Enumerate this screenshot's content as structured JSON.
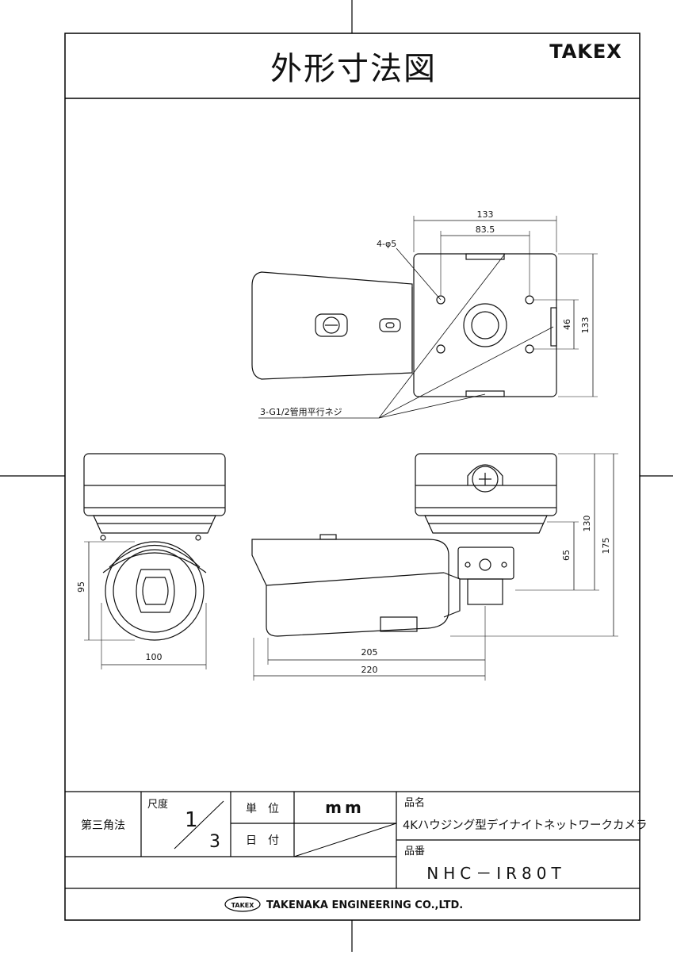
{
  "title": "外形寸法図",
  "brand": "TAKEX",
  "dimensions": {
    "top_width_outer": "133",
    "top_width_holes": "83.5",
    "holes": "4-φ5",
    "top_side_46": "46",
    "top_side_133": "133",
    "thread_note": "3-G1/2管用平行ネジ",
    "front_height": "95",
    "front_width": "100",
    "side_len_205": "205",
    "side_len_220": "220",
    "side_h_65": "65",
    "side_h_130": "130",
    "side_h_175": "175"
  },
  "title_block": {
    "projection": "第三角法",
    "scale_label": "尺度",
    "scale_num": "1",
    "scale_den": "3",
    "unit_label": "単　位",
    "unit_value": "mm",
    "date_label": "日　付",
    "product_name_label": "品名",
    "product_name": "4Kハウジング型デイナイトネットワークカメラ",
    "product_code_label": "品番",
    "product_code": "NHC－IR80T",
    "company_logo": "TAKEX",
    "company": "TAKENAKA ENGINEERING CO.,LTD."
  }
}
